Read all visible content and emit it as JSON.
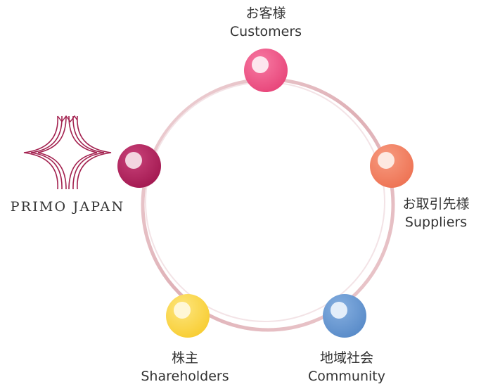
{
  "colors": {
    "ring": "#e4bcc1",
    "customers": "#f0598a",
    "suppliers": "#f28464",
    "community": "#6a9bd4",
    "shareholders": "#fbd84c",
    "company": "#b8215d",
    "logo": "#a3214f"
  },
  "company": {
    "logo_icon": "primo-japan-logo-icon",
    "name": "PRIMO JAPAN"
  },
  "stakeholders": {
    "customers": {
      "ja": "お客様",
      "en": "Customers"
    },
    "suppliers": {
      "ja": "お取引先様",
      "en": "Suppliers"
    },
    "community": {
      "ja": "地域社会",
      "en": "Community"
    },
    "shareholders": {
      "ja": "株主",
      "en": "Shareholders"
    }
  }
}
